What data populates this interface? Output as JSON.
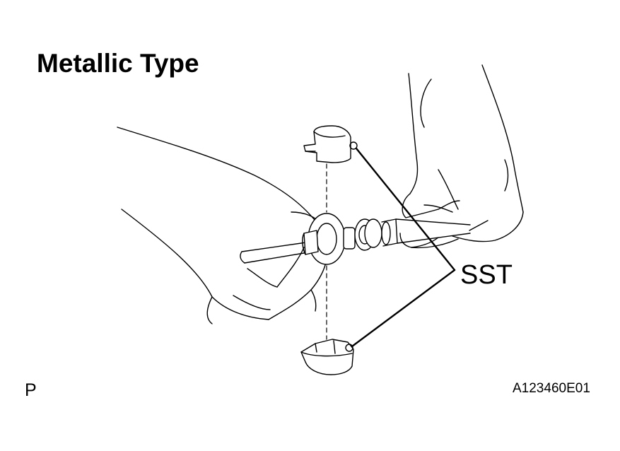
{
  "diagram": {
    "title": "Metallic Type",
    "callout_label": "SST",
    "corner_mark": "P",
    "figure_code": "A123460E01"
  }
}
